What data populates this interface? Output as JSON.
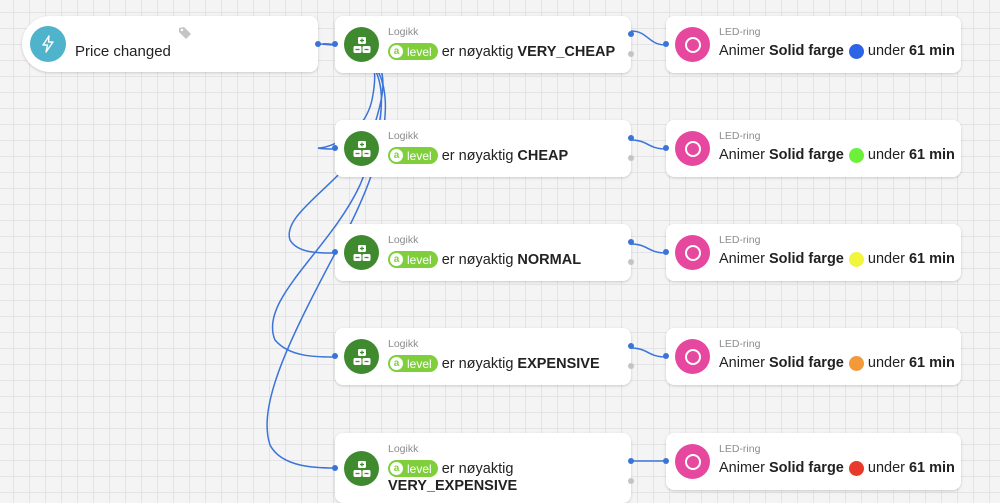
{
  "trigger": {
    "label": "Price changed",
    "icon": "lightning-icon",
    "color": "#4fb3cb"
  },
  "flows": [
    {
      "logic": {
        "kind": "Logikk",
        "token_badge": "a",
        "token": "level",
        "operator": "er nøyaktig",
        "value": "VERY_CHEAP",
        "value_wrapped": ""
      },
      "led": {
        "kind": "LED-ring",
        "action": "Animer",
        "effect": "Solid farge",
        "color": "#2d63e6",
        "under": "under",
        "duration": "61 min"
      }
    },
    {
      "logic": {
        "kind": "Logikk",
        "token_badge": "a",
        "token": "level",
        "operator": "er nøyaktig",
        "value": "CHEAP",
        "value_wrapped": ""
      },
      "led": {
        "kind": "LED-ring",
        "action": "Animer",
        "effect": "Solid farge",
        "color": "#6df03a",
        "under": "under",
        "duration": "61 min"
      }
    },
    {
      "logic": {
        "kind": "Logikk",
        "token_badge": "a",
        "token": "level",
        "operator": "er nøyaktig",
        "value": "NORMAL",
        "value_wrapped": ""
      },
      "led": {
        "kind": "LED-ring",
        "action": "Animer",
        "effect": "Solid farge",
        "color": "#f1f53c",
        "under": "under",
        "duration": "61 min"
      }
    },
    {
      "logic": {
        "kind": "Logikk",
        "token_badge": "a",
        "token": "level",
        "operator": "er nøyaktig",
        "value": "EXPENSIVE",
        "value_wrapped": ""
      },
      "led": {
        "kind": "LED-ring",
        "action": "Animer",
        "effect": "Solid farge",
        "color": "#f29a3a",
        "under": "under",
        "duration": "61 min"
      }
    },
    {
      "logic": {
        "kind": "Logikk",
        "token_badge": "a",
        "token": "level",
        "operator": "er nøyaktig",
        "value": "",
        "value_wrapped": "VERY_EXPENSIVE"
      },
      "led": {
        "kind": "LED-ring",
        "action": "Animer",
        "effect": "Solid farge",
        "color": "#e83a2a",
        "under": "under",
        "duration": "61 min"
      }
    }
  ]
}
